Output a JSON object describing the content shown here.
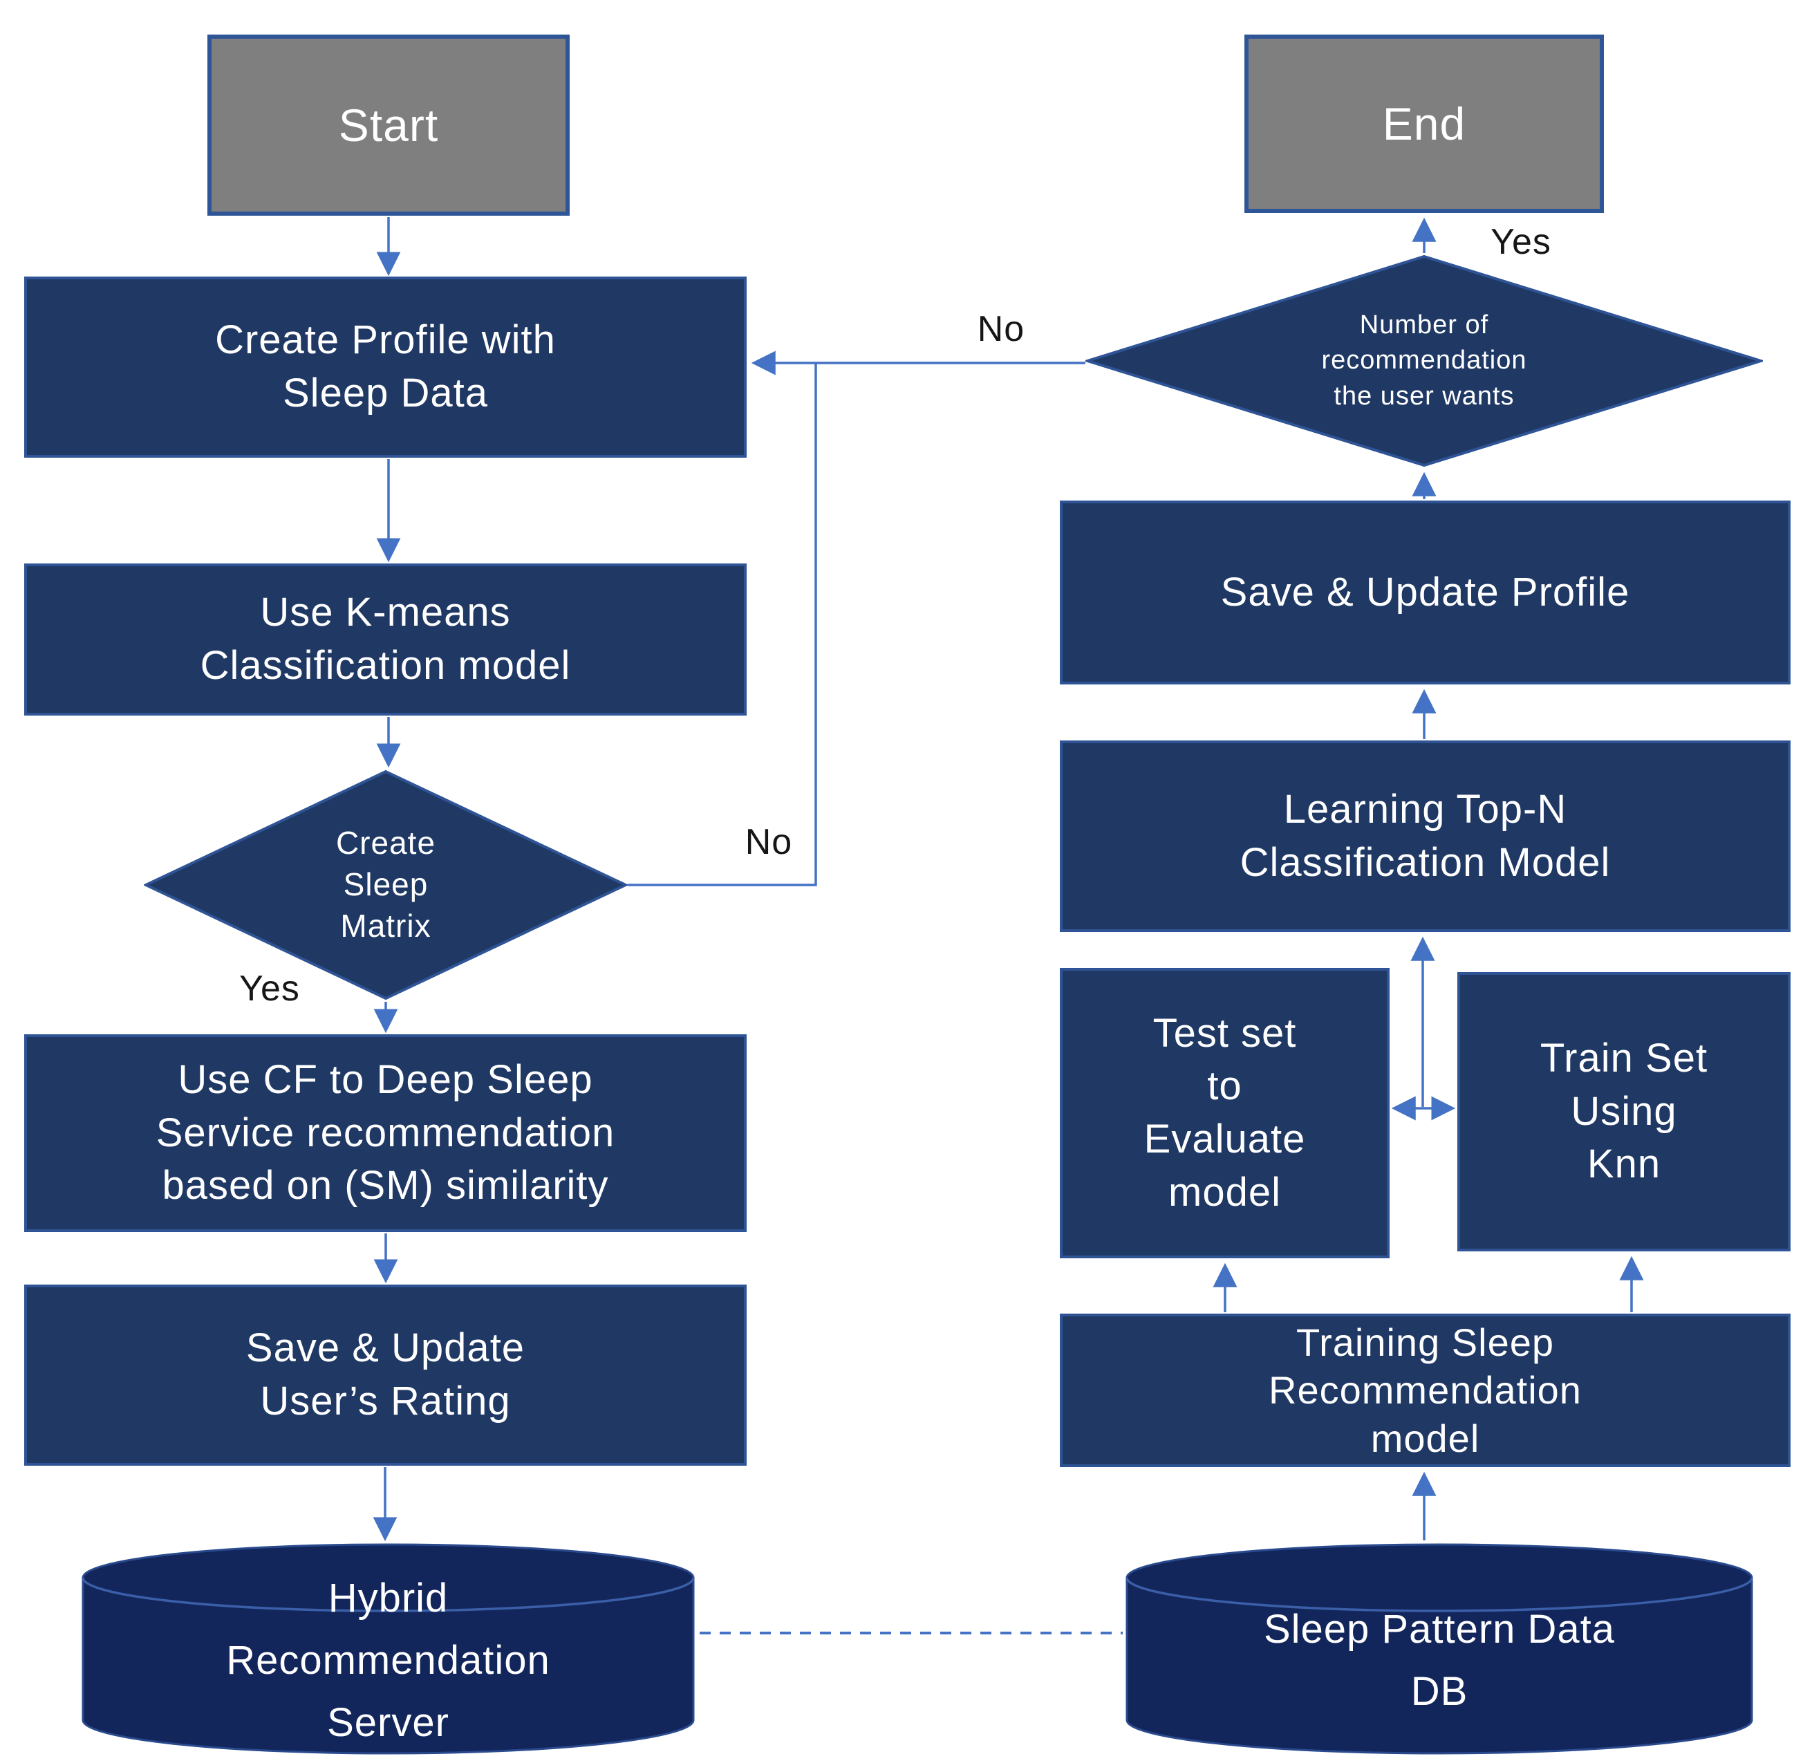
{
  "colors": {
    "node_fill": "#1f3864",
    "node_border": "#2f5496",
    "terminal_fill": "#7f7f7f",
    "terminal_border": "#2e5596",
    "cylinder_fill": "#13265c",
    "cylinder_border": "#2a4a8e",
    "cylinder_inner_edge": "#3a5fa8",
    "connector": "#4472c4",
    "node_text": "#ffffff",
    "label_text": "#161616",
    "bg": "#ffffff"
  },
  "nodes": {
    "start": {
      "type": "terminator",
      "lines": [
        "Start"
      ]
    },
    "create_profile": {
      "type": "process",
      "lines": [
        "Create Profile with",
        "Sleep Data"
      ]
    },
    "use_kmeans": {
      "type": "process",
      "lines": [
        "Use K-means",
        "Classification model"
      ]
    },
    "create_sleep_matrix": {
      "type": "decision",
      "lines": [
        "Create",
        "Sleep",
        "Matrix"
      ]
    },
    "use_cf": {
      "type": "process",
      "lines": [
        "Use CF to Deep Sleep",
        "Service recommendation",
        "based on (SM) similarity"
      ]
    },
    "save_update_rating": {
      "type": "process",
      "lines": [
        "Save & Update",
        "User’s Rating"
      ]
    },
    "hybrid_server": {
      "type": "database",
      "lines": [
        "Hybrid",
        "Recommendation",
        "Server"
      ]
    },
    "end": {
      "type": "terminator",
      "lines": [
        "End"
      ]
    },
    "num_recommendation": {
      "type": "decision",
      "lines": [
        "Number of",
        "recommendation",
        "the user wants"
      ]
    },
    "save_update_profile": {
      "type": "process",
      "lines": [
        "Save & Update Profile"
      ]
    },
    "learning_topn": {
      "type": "process",
      "lines": [
        "Learning Top-N",
        "Classification Model"
      ]
    },
    "test_set": {
      "type": "process",
      "lines": [
        "Test set",
        "to",
        "Evaluate",
        "model"
      ]
    },
    "train_set": {
      "type": "process",
      "lines": [
        "Train Set",
        "Using",
        "Knn"
      ]
    },
    "training_model": {
      "type": "process",
      "lines": [
        "Training Sleep",
        "Recommendation",
        "model"
      ]
    },
    "sleep_pattern_db": {
      "type": "database",
      "lines": [
        "Sleep Pattern Data",
        "DB"
      ]
    }
  },
  "edges": [
    {
      "from": "start",
      "to": "create_profile"
    },
    {
      "from": "create_profile",
      "to": "use_kmeans"
    },
    {
      "from": "use_kmeans",
      "to": "create_sleep_matrix"
    },
    {
      "from": "create_sleep_matrix",
      "to": "use_cf",
      "label": "Yes"
    },
    {
      "from": "create_sleep_matrix",
      "to": "create_profile",
      "label": "No"
    },
    {
      "from": "use_cf",
      "to": "save_update_rating"
    },
    {
      "from": "save_update_rating",
      "to": "hybrid_server"
    },
    {
      "from": "hybrid_server",
      "to": "sleep_pattern_db",
      "style": "dashed"
    },
    {
      "from": "sleep_pattern_db",
      "to": "training_model"
    },
    {
      "from": "training_model",
      "to": "test_set"
    },
    {
      "from": "training_model",
      "to": "train_set"
    },
    {
      "from": "test_set",
      "to": "train_set",
      "style": "double-arrow"
    },
    {
      "from": "test_train_junction",
      "to": "learning_topn"
    },
    {
      "from": "learning_topn",
      "to": "save_update_profile"
    },
    {
      "from": "save_update_profile",
      "to": "num_recommendation"
    },
    {
      "from": "num_recommendation",
      "to": "end",
      "label": "Yes"
    },
    {
      "from": "num_recommendation",
      "to": "create_profile",
      "label": "No"
    }
  ]
}
